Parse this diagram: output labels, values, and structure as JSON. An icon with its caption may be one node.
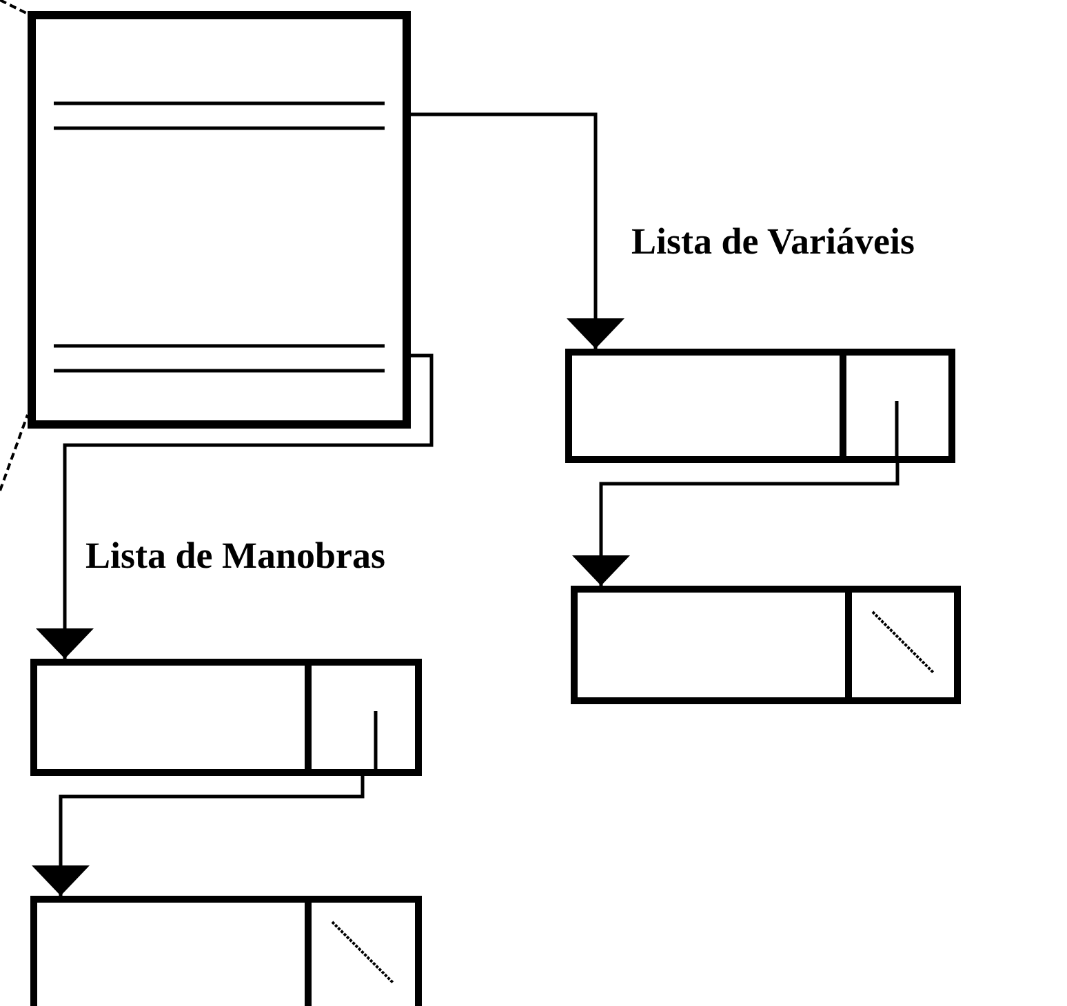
{
  "diagram": {
    "nodes": [
      {
        "text": [],
        "shape": "box"
      },
      {
        "text": [],
        "shape": "box"
      },
      {
        "text": [],
        "shape": "box"
      },
      {
        "text": [],
        "shape": "box"
      },
      {
        "text": [],
        "shape": "box"
      }
    ],
    "edges": [
      {
        "from": 0,
        "to": 1,
        "arrow": "to"
      },
      {
        "from": 0,
        "to": 3,
        "arrow": "to"
      },
      {
        "from": 1,
        "to": 2,
        "arrow": "to"
      },
      {
        "from": 3,
        "to": 4,
        "arrow": "to"
      },
      {
        "from": null,
        "to": 0,
        "arrow": "none",
        "style": "dashed"
      },
      {
        "from": null,
        "to": 0,
        "arrow": "none",
        "style": "dashed"
      }
    ],
    "labels": [
      "Lista de Variáveis",
      "Lista de Manobras"
    ]
  }
}
